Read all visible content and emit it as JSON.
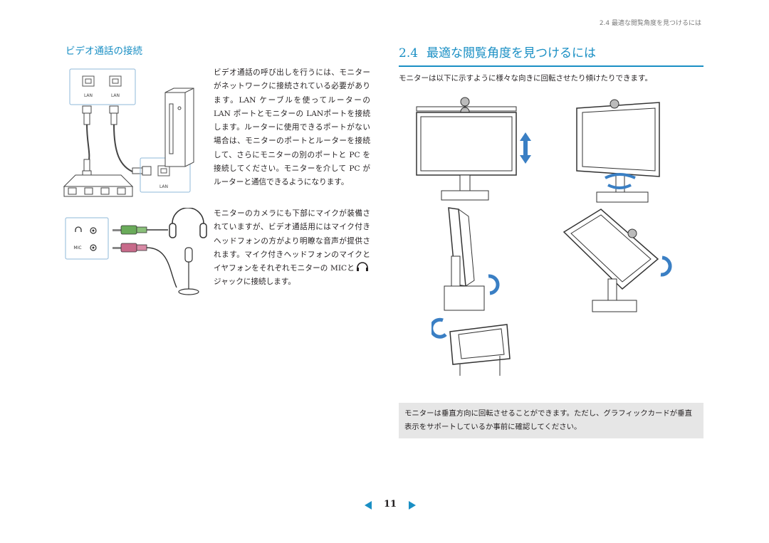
{
  "header": {
    "running_head": "2.4 最適な閲覧角度を見つけるには"
  },
  "left": {
    "title": "ビデオ通話の接続",
    "para1": "ビデオ通話の呼び出しを行うには、モニターがネットワークに接続されている必要があります。LAN ケーブルを使ってルーターの LAN ポートとモニターの LANポートを接続します。ルーターに使用できるポートがない場合は、モニターのポートとルーターを接続して、さらにモニターの別のポートと PC を接続してください。モニターを介して PC がルーターと通信できるようになります。",
    "para2_a": "モニターのカメラにも下部にマイクが装備されていますが、ビデオ通話用にはマイク付きヘッドフォンの方がより明瞭な音声が提供されます。マイク付きヘッドフォンのマイクとイヤフォンをそれぞれモニターの MICと",
    "para2_b": "ジャックに接続します。",
    "diagram_labels": {
      "lan1": "LAN",
      "lan2": "LAN",
      "lan3": "LAN",
      "mic": "MIC"
    }
  },
  "right": {
    "section_number": "2.4",
    "section_title": "最適な閲覧角度を見つけるには",
    "intro": "モニターは以下に示すように様々な向きに回転させたり傾けたりできます。",
    "note": "モニターは垂直方向に回転させることができます。ただし、グラフィックカードが垂直表示をサポートしているか事前に確認してください。"
  },
  "footer": {
    "page_number": "11"
  },
  "colors": {
    "accent": "#1a8fc4",
    "arrow_blue": "#3a7fc4",
    "note_bg": "#e6e6e6"
  }
}
